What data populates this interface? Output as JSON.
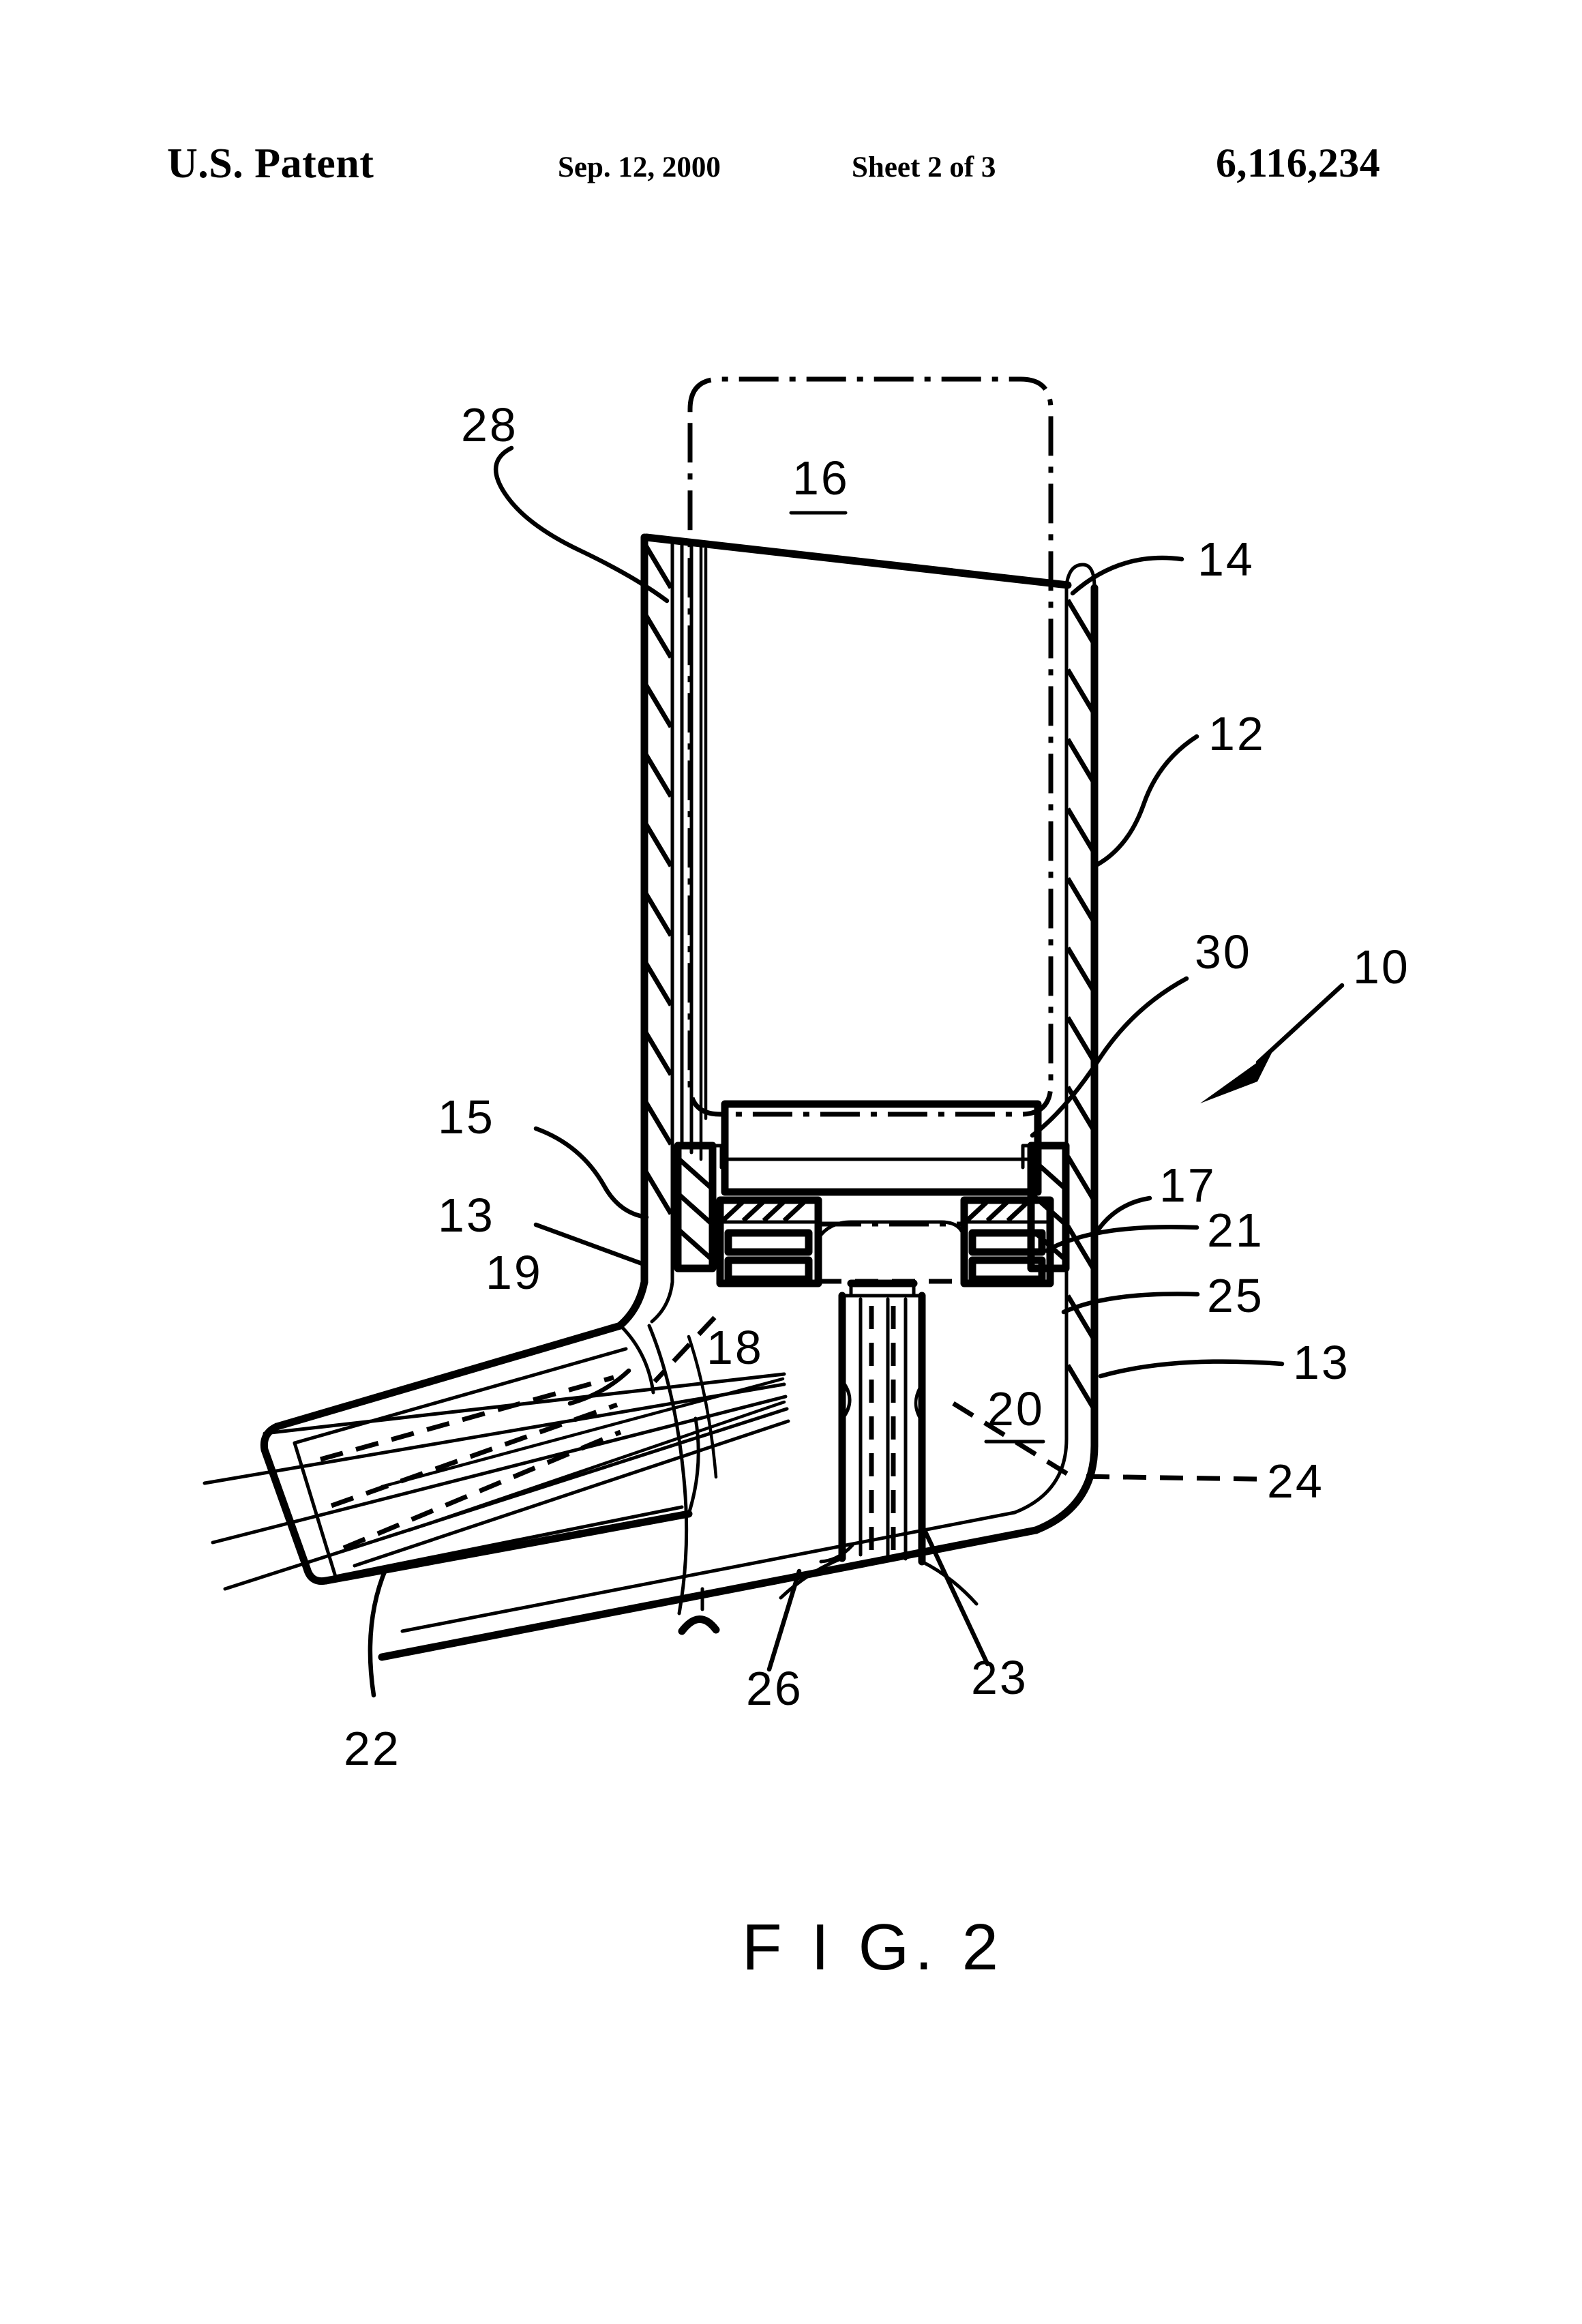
{
  "header": {
    "office": "U.S. Patent",
    "date": "Sep. 12, 2000",
    "sheet": "Sheet 2 of 3",
    "patent_number": "6,116,234"
  },
  "figure": {
    "caption": "F I G. 2",
    "callouts": [
      {
        "id": "28",
        "label": "28",
        "underlined": false
      },
      {
        "id": "16",
        "label": "16",
        "underlined": true
      },
      {
        "id": "14",
        "label": "14",
        "underlined": false
      },
      {
        "id": "12",
        "label": "12",
        "underlined": false
      },
      {
        "id": "30",
        "label": "30",
        "underlined": false
      },
      {
        "id": "10",
        "label": "10",
        "underlined": false
      },
      {
        "id": "15",
        "label": "15",
        "underlined": false
      },
      {
        "id": "13a",
        "label": "13",
        "underlined": false
      },
      {
        "id": "17",
        "label": "17",
        "underlined": false
      },
      {
        "id": "21",
        "label": "21",
        "underlined": false
      },
      {
        "id": "19",
        "label": "19",
        "underlined": false
      },
      {
        "id": "25",
        "label": "25",
        "underlined": false
      },
      {
        "id": "18",
        "label": "18",
        "underlined": false
      },
      {
        "id": "13b",
        "label": "13",
        "underlined": false
      },
      {
        "id": "20",
        "label": "20",
        "underlined": true
      },
      {
        "id": "24",
        "label": "24",
        "underlined": false
      },
      {
        "id": "26",
        "label": "26",
        "underlined": false
      },
      {
        "id": "23",
        "label": "23",
        "underlined": false
      },
      {
        "id": "22",
        "label": "22",
        "underlined": false
      }
    ]
  },
  "colors": {
    "ink": "#000000",
    "paper": "#ffffff"
  }
}
